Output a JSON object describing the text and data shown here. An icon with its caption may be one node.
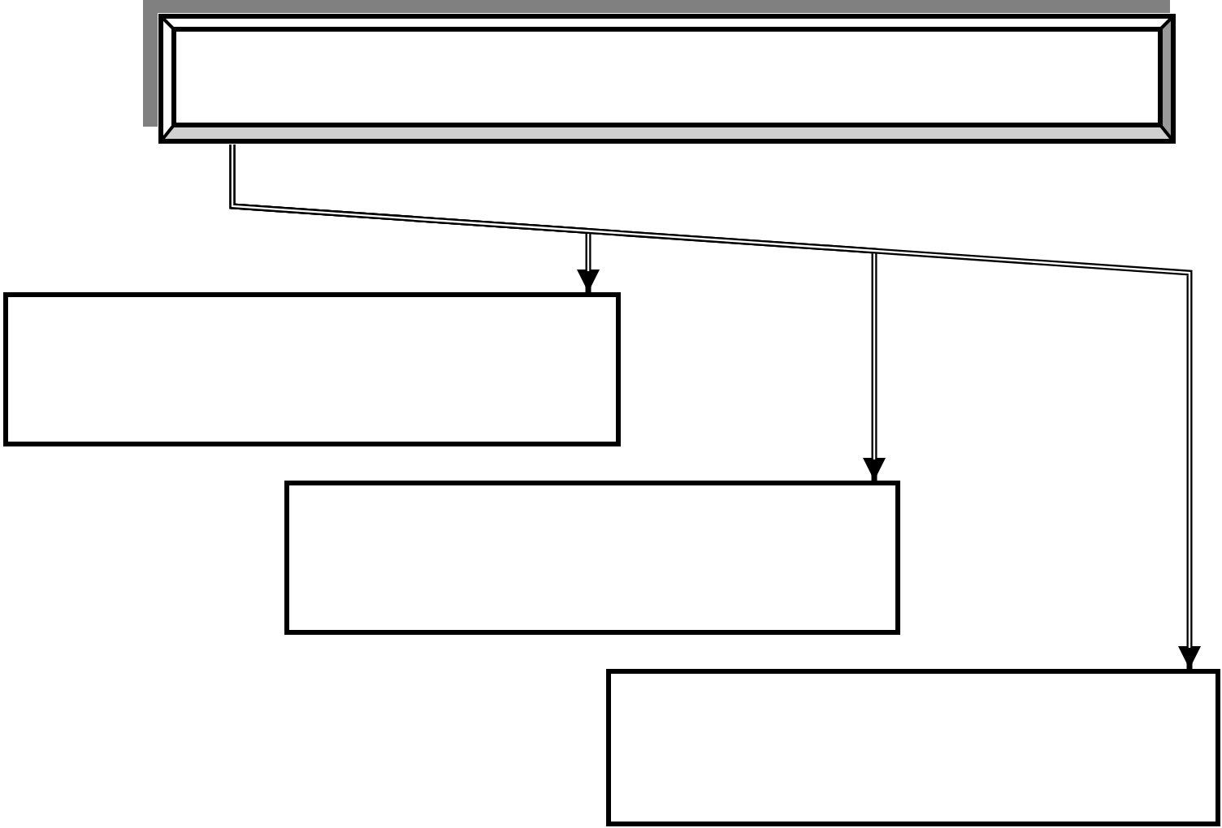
{
  "diagram": {
    "nodes": [
      {
        "text": [],
        "shape": "box"
      },
      {
        "text": [],
        "shape": "box"
      },
      {
        "text": [],
        "shape": "box"
      },
      {
        "text": [],
        "shape": "box"
      }
    ],
    "edges": [
      {
        "from": 0,
        "to": 1,
        "arrow": "to"
      },
      {
        "from": 0,
        "to": 2,
        "arrow": "to"
      },
      {
        "from": 0,
        "to": 3,
        "arrow": "to"
      }
    ]
  }
}
